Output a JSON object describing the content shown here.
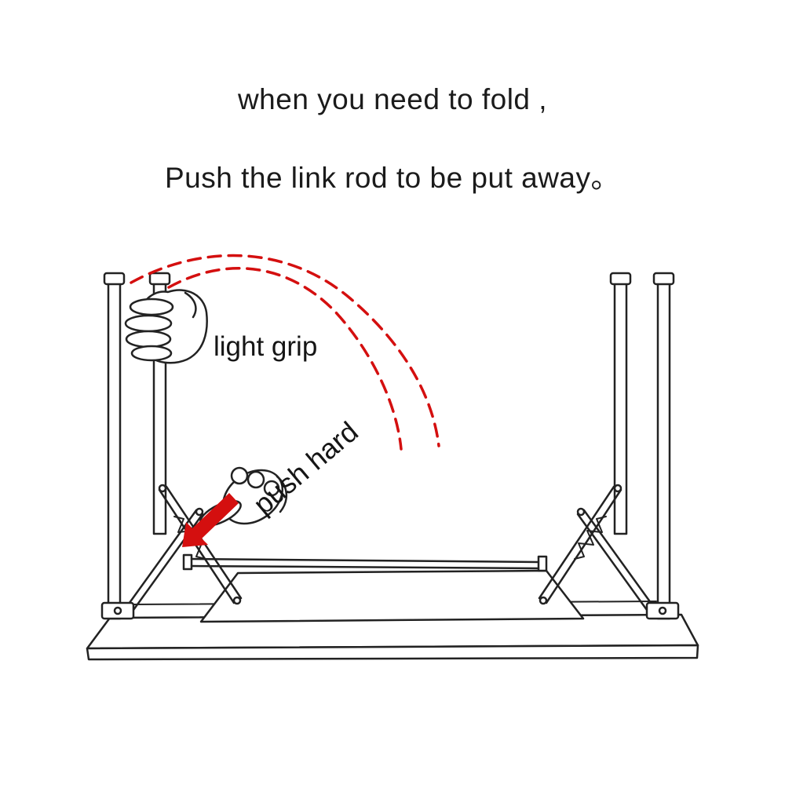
{
  "instructions": {
    "line1": "when you need to fold ,",
    "line2": "Push the link rod to be put away。"
  },
  "annotations": {
    "light_grip": "light grip",
    "push_hard": "push hard"
  },
  "diagram": {
    "colors": {
      "accent_red": "#d40f0f",
      "line": "#222222",
      "background": "#ffffff"
    }
  }
}
